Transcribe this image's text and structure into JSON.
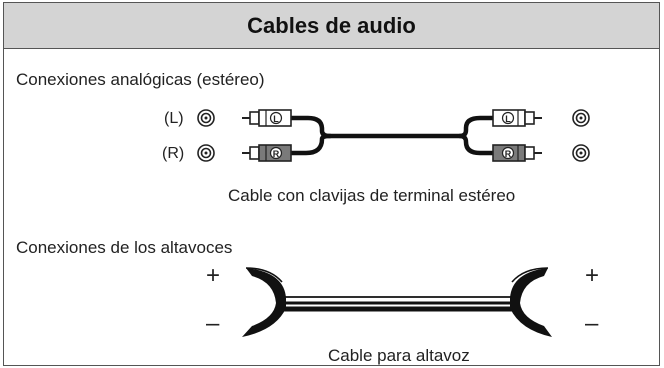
{
  "title": "Cables de audio",
  "analog": {
    "heading": "Conexiones analógicas (estéreo)",
    "left_label": "(L)",
    "right_label": "(R)",
    "plug_l": "L",
    "plug_r": "R",
    "caption": "Cable con clavijas de terminal estéreo"
  },
  "speaker": {
    "heading": "Conexiones de los altavoces",
    "plus": "+",
    "minus": "–",
    "caption": "Cable para altavoz"
  },
  "colors": {
    "header_bg": "#d4d4d4",
    "border": "#555555",
    "ink": "#222222"
  }
}
